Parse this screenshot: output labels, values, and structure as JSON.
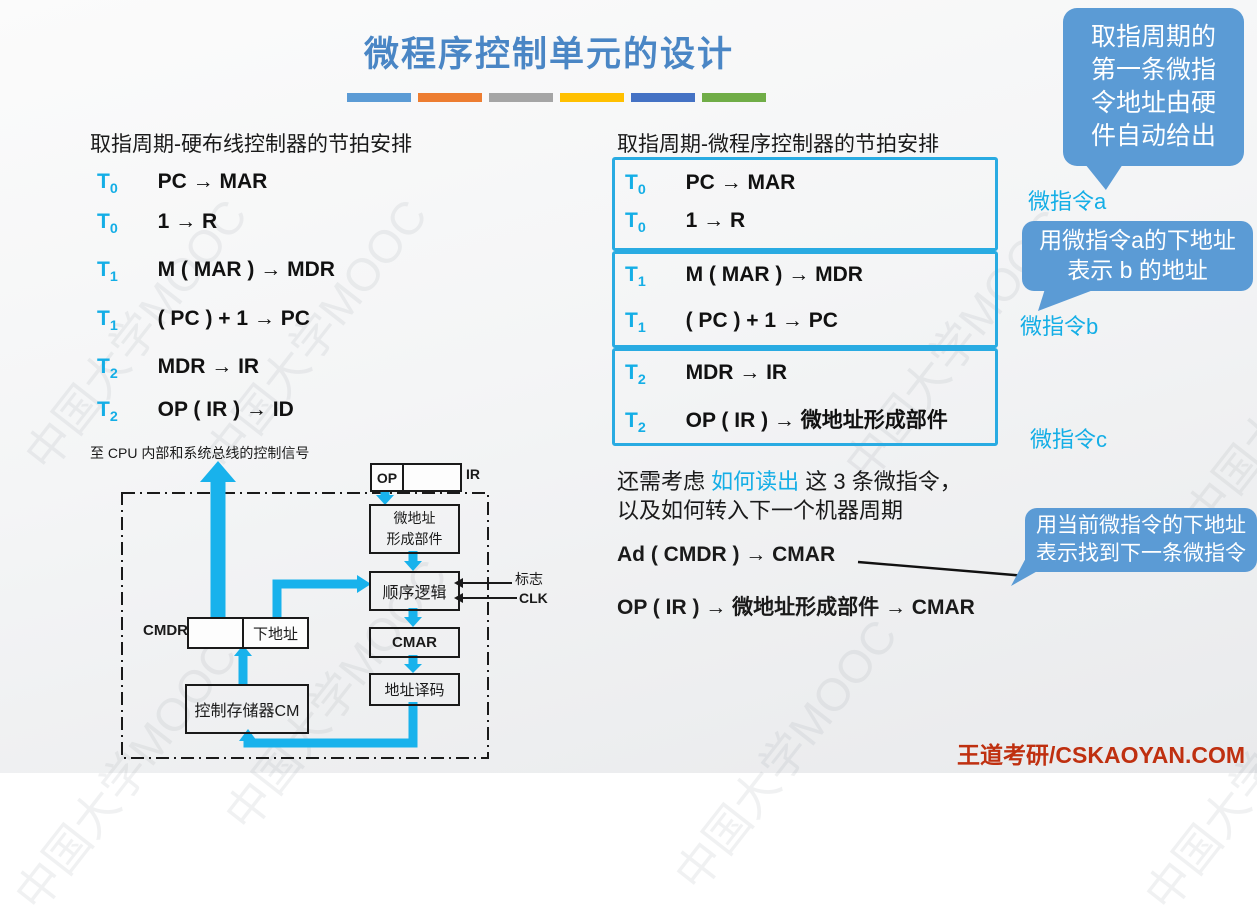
{
  "title": "微程序控制单元的设计",
  "watermark": "中国大学MOOC",
  "footer": "王道考研/CSKAOYAN.COM",
  "accent_colors": [
    "#5b9bd5",
    "#ed7d31",
    "#a5a5a5",
    "#ffc000",
    "#4472c4",
    "#70ad47"
  ],
  "colors": {
    "title_blue": "#4a86c5",
    "cyan": "#14aee6",
    "box_border_cyan": "#29abe2",
    "bubble_blue": "#5b9bd5",
    "footer_red": "#bf3010",
    "text": "#1a1a1a"
  },
  "left_panel": {
    "heading": "取指周期-硬布线控制器的节拍安排",
    "rows": [
      {
        "t": "T",
        "sub": "0",
        "text": "PC → MAR"
      },
      {
        "t": "T",
        "sub": "0",
        "text": "1 → R"
      },
      {
        "t": "T",
        "sub": "1",
        "text": "M ( MAR ) → MDR"
      },
      {
        "t": "T",
        "sub": "1",
        "text": "( PC ) + 1 → PC"
      },
      {
        "t": "T",
        "sub": "2",
        "text": "MDR → IR"
      },
      {
        "t": "T",
        "sub": "2",
        "text": "OP ( IR ) → ID"
      }
    ]
  },
  "right_panel": {
    "heading": "取指周期-微程序控制器的节拍安排",
    "groups": [
      {
        "label": "微指令a",
        "rows": [
          {
            "t": "T",
            "sub": "0",
            "text": "PC → MAR"
          },
          {
            "t": "T",
            "sub": "0",
            "text": "1 → R"
          }
        ]
      },
      {
        "label": "微指令b",
        "rows": [
          {
            "t": "T",
            "sub": "1",
            "text": "M ( MAR ) → MDR"
          },
          {
            "t": "T",
            "sub": "1",
            "text": "( PC ) + 1 → PC"
          }
        ]
      },
      {
        "label": "微指令c",
        "rows": [
          {
            "t": "T",
            "sub": "2",
            "text": "MDR → IR"
          },
          {
            "t": "T",
            "sub": "2",
            "text": "OP ( IR ) → 微地址形成部件"
          }
        ]
      }
    ]
  },
  "callouts": {
    "a": "取指周期的第一条微指令地址由硬件自动给出",
    "b": "用微指令a的下地址表示 b 的地址",
    "c": "用当前微指令的下地址表示找到下一条微指令"
  },
  "notes": {
    "line1_pre": "还需考虑 ",
    "line1_highlight": "如何读出",
    "line1_post": " 这 3 条微指令，",
    "line2": "以及如何转入下一个机器周期",
    "line3": "Ad ( CMDR ) → CMAR",
    "line4": "OP ( IR ) → 微地址形成部件 → CMAR"
  },
  "diagram": {
    "top_label": "至 CPU 内部和系统总线的控制信号",
    "ir": {
      "op": "OP",
      "label": "IR"
    },
    "micro_addr_unit": {
      "line1": "微地址",
      "line2": "形成部件"
    },
    "seq_logic": "顺序逻辑",
    "cmar": "CMAR",
    "addr_decoder": "地址译码",
    "cmdr": {
      "label": "CMDR",
      "next_addr": "下地址"
    },
    "control_memory": "控制存储器CM",
    "flag": "标志",
    "clk": "CLK"
  }
}
